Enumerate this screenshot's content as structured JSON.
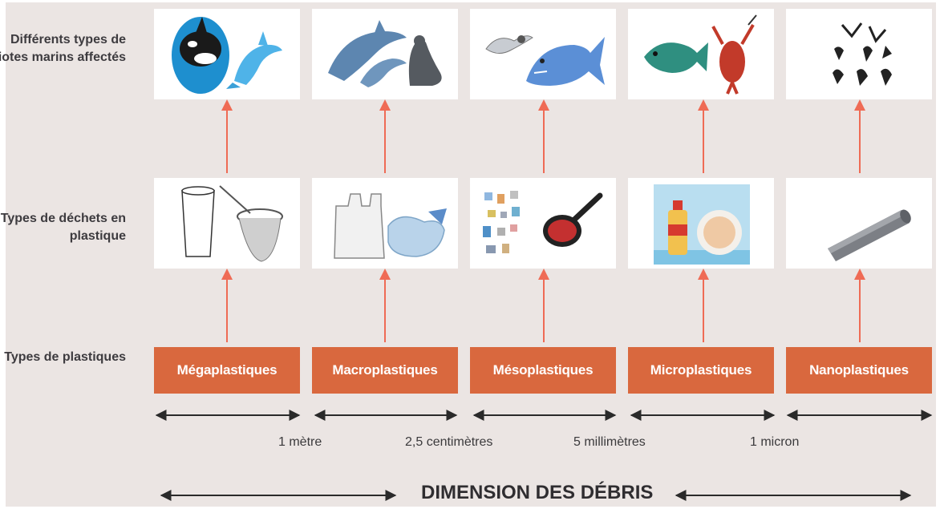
{
  "rows": {
    "biota_label": "Différents types de biotes marins affectés",
    "waste_label": "Types de déchets en plastique",
    "plastics_label": "Types de plastiques"
  },
  "plastic_types": [
    {
      "label": "Mégaplastiques"
    },
    {
      "label": "Macroplastiques"
    },
    {
      "label": "Mésoplastiques"
    },
    {
      "label": "Microplastiques"
    },
    {
      "label": "Nanoplastiques"
    }
  ],
  "biota_images": [
    "orca-dolphin-icon",
    "dolphins-seal-icon",
    "bird-fish-icon",
    "fish-lobster-icon",
    "plankton-icon"
  ],
  "waste_images": [
    "cup-net-icon",
    "plastic-bags-icon",
    "fragments-brush-icon",
    "cosmetic-bottle-icon",
    "nanotube-icon"
  ],
  "scale_labels": [
    "1 mètre",
    "2,5 centimètres",
    "5 millimètres",
    "1 micron"
  ],
  "dimension_title": "DIMENSION DES DÉBRIS",
  "colors": {
    "background": "#ebe5e3",
    "plastic_box": "#d9683e",
    "arrow": "#ef6b55",
    "text": "#3d3b3f"
  }
}
